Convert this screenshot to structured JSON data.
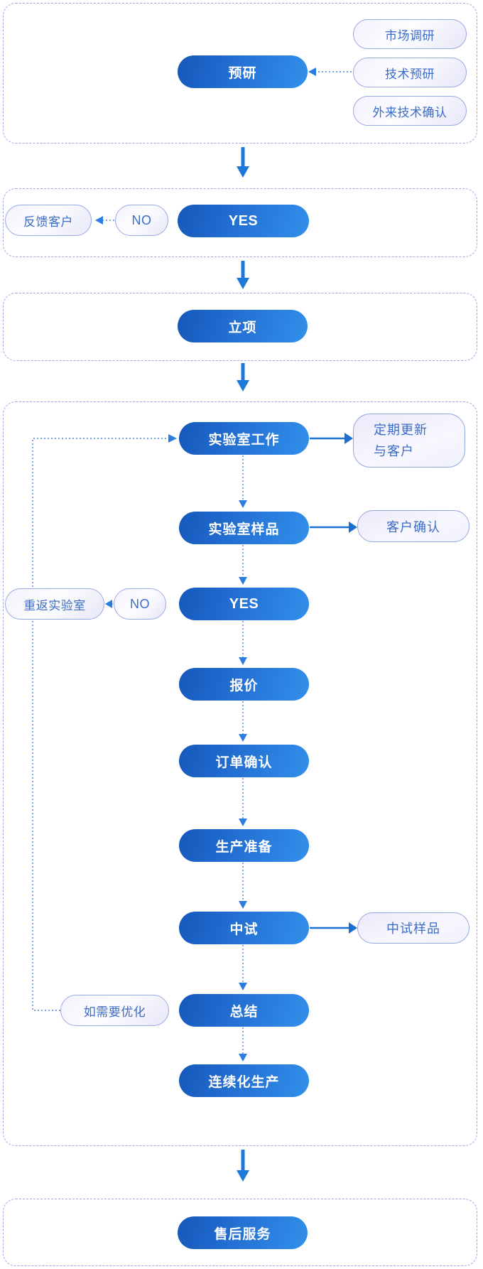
{
  "s1": {
    "main": "预研",
    "side": [
      "市场调研",
      "技术预研",
      "外来技术确认"
    ]
  },
  "s2": {
    "yes": "YES",
    "no": "NO",
    "feedback": "反馈客户"
  },
  "s3": {
    "main": "立项"
  },
  "s4": {
    "lab_work": "实验室工作",
    "update1": "定期更新",
    "update2": "与客户",
    "lab_sample": "实验室样品",
    "confirm": "客户确认",
    "yes": "YES",
    "no": "NO",
    "return_lab": "重返实验室",
    "quote": "报价",
    "order": "订单确认",
    "prep": "生产准备",
    "pilot": "中试",
    "pilot_sample": "中试样品",
    "summary": "总结",
    "optimize": "如需要优化",
    "production": "连续化生产"
  },
  "s5": {
    "main": "售后服务"
  },
  "colors": {
    "node_gradient_start": "#1558bb",
    "node_gradient_end": "#3190ea",
    "solid_arrow": "#1e78d8",
    "dotted_line": "#4a86d8",
    "light_pill_border": "#9aa9e2",
    "light_pill_text": "#3b6cc8",
    "section_dashed_border": "#9aa6e8"
  }
}
